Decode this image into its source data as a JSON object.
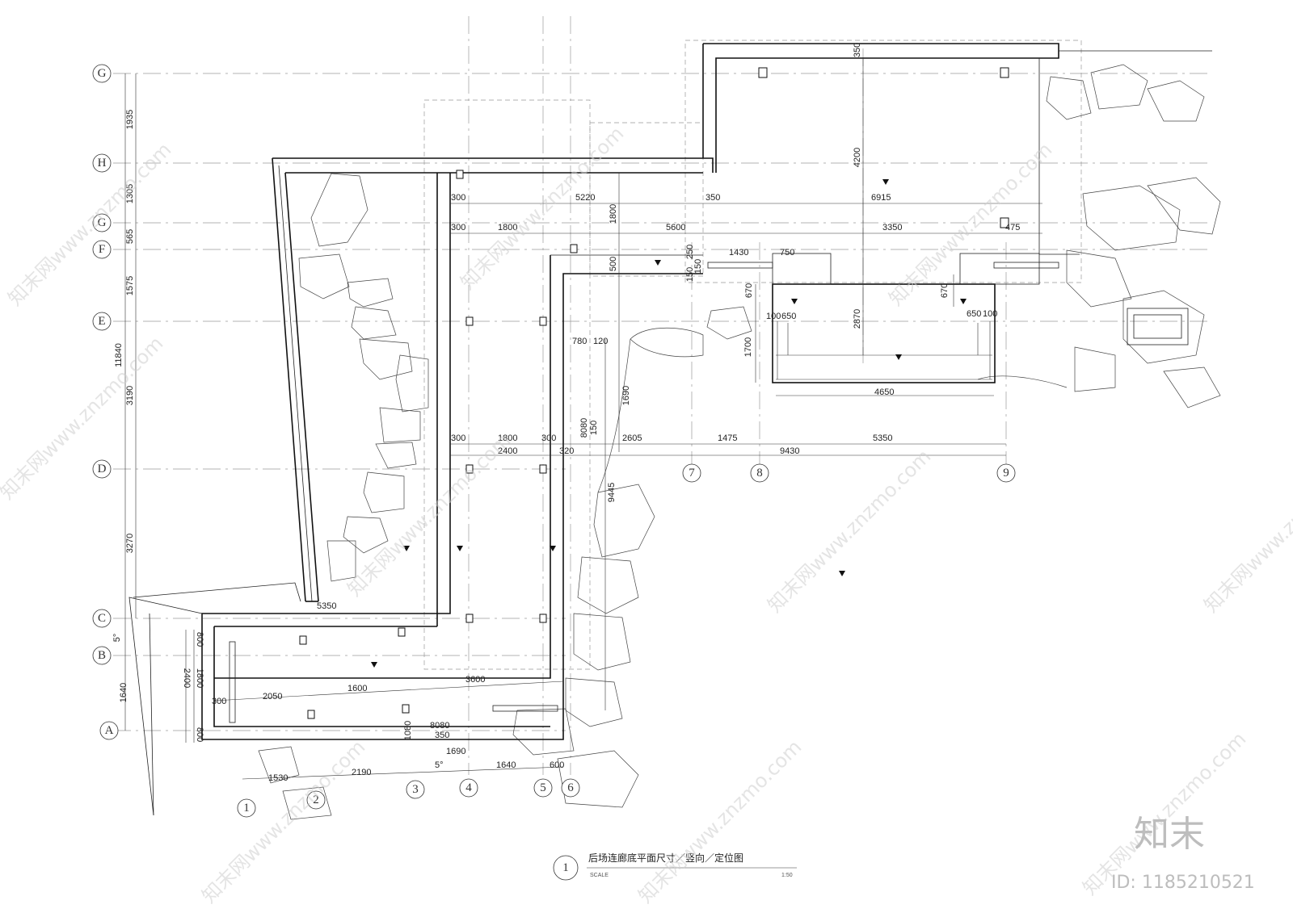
{
  "grid_axes_rows": [
    "G",
    "H",
    "G",
    "F",
    "E",
    "D",
    "C",
    "B",
    "A"
  ],
  "grid_axes_cols": [
    "1",
    "2",
    "3",
    "4",
    "5",
    "6",
    "7",
    "8",
    "9"
  ],
  "left_dims": [
    "1935",
    "1305",
    "565",
    "1575",
    "3190",
    "3270",
    "11840",
    "1640",
    "5°"
  ],
  "top_dims": [
    "300",
    "5220",
    "350",
    "6915",
    "300",
    "1800",
    "5600",
    "3350",
    "475",
    "1430",
    "750",
    "670",
    "670",
    "100",
    "650",
    "650",
    "100",
    "4200",
    "2870",
    "1700",
    "4650",
    "350",
    "1800",
    "500",
    "150",
    "150",
    "250"
  ],
  "middle_dims": [
    "780",
    "120",
    "1690",
    "8080",
    "150",
    "300",
    "1800",
    "300",
    "2605",
    "1475",
    "5350",
    "2400",
    "320",
    "9430",
    "9445",
    "5350"
  ],
  "bottom_dims": [
    "800",
    "1800",
    "2400",
    "800",
    "300",
    "2050",
    "1600",
    "3600",
    "8080",
    "350",
    "1690",
    "1080",
    "1530",
    "2190",
    "5°",
    "1640",
    "600"
  ],
  "title": {
    "number": "1",
    "main": "后场连廊底平面尺寸／竖向／定位图",
    "scale_label": "SCALE",
    "scale_value": "1:50"
  },
  "watermark": {
    "site": "知末网www.znzmo.com",
    "logo": "知末",
    "id": "ID: 1185210521"
  }
}
